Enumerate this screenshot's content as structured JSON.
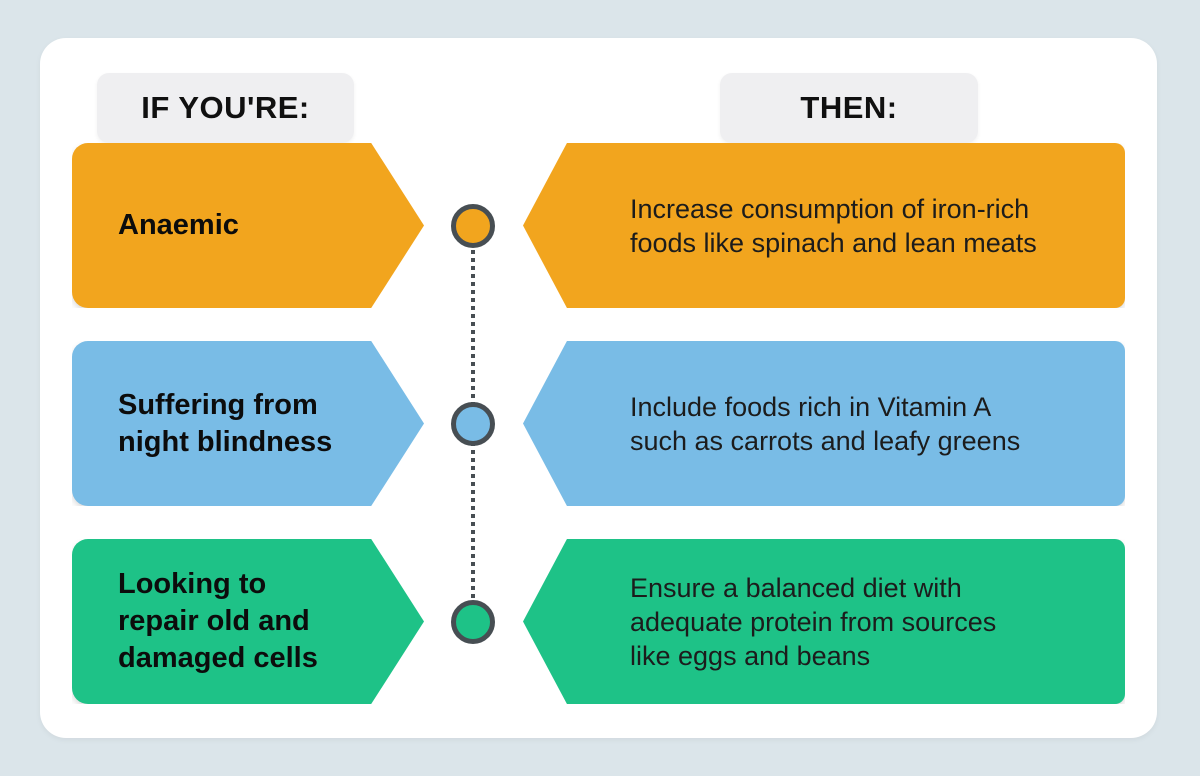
{
  "page": {
    "background": "#dbe5ea",
    "card_background": "#ffffff"
  },
  "headers": {
    "if_label": "IF YOU'RE:",
    "then_label": "THEN:",
    "background": "#efeff1"
  },
  "connector": {
    "line_color": "#474e53",
    "circle_border": "#474e53"
  },
  "rows": [
    {
      "condition": "Anaemic",
      "recommendation": "Increase consumption of iron-rich\nfoods like spinach and lean meats",
      "color": "#f2a51e"
    },
    {
      "condition": "Suffering from\nnight blindness",
      "recommendation": "Include foods rich in Vitamin A\nsuch as carrots and leafy greens",
      "color": "#79bce6"
    },
    {
      "condition": "Looking to\nrepair old and\ndamaged cells",
      "recommendation": "Ensure a balanced diet with\nadequate protein from sources\nlike eggs and beans",
      "color": "#1ec287"
    }
  ]
}
